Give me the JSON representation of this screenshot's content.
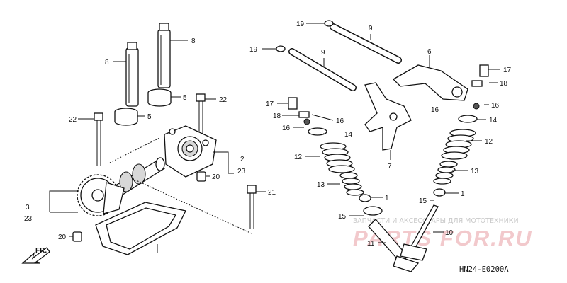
{
  "diagram": {
    "drawing_code": "HN24-E0200A",
    "direction_marker": "FR.",
    "callouts": {
      "n1": "1",
      "n2": "2",
      "n3": "3",
      "n5": "5",
      "n6": "6",
      "n7": "7",
      "n8": "8",
      "n9": "9",
      "n10": "10",
      "n11": "11",
      "n12": "12",
      "n13": "13",
      "n14": "14",
      "n15": "15",
      "n16": "16",
      "n17": "17",
      "n18": "18",
      "n19": "19",
      "n20": "20",
      "n21": "21",
      "n22": "22",
      "n23": "23"
    }
  },
  "watermark": {
    "tagline": "ЗАПЧАСТИ И АКСЕССУАРЫ ДЛЯ МОТОТЕХНИКИ",
    "brand": "PARTS FOR.RU"
  }
}
